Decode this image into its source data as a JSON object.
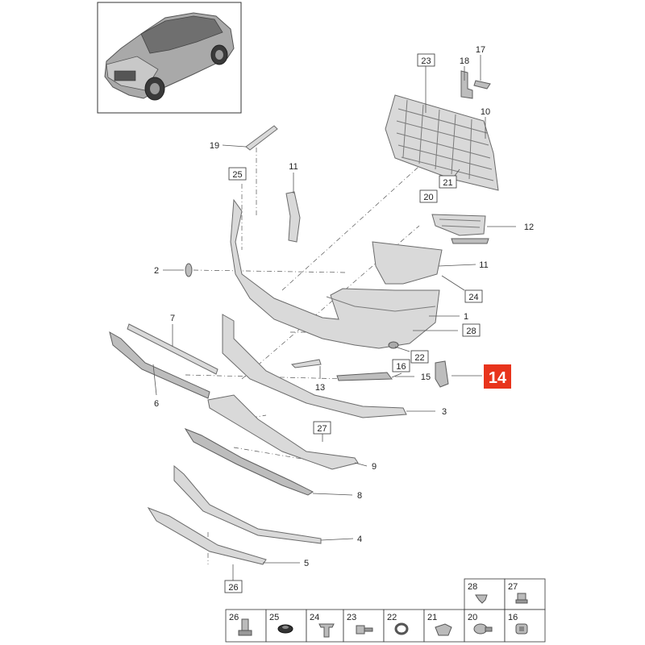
{
  "highlight": {
    "label": "14",
    "color": "#e8341c"
  },
  "callouts": [
    {
      "id": "c23",
      "text": "23",
      "boxed": true
    },
    {
      "id": "c18",
      "text": "18",
      "boxed": false
    },
    {
      "id": "c17",
      "text": "17",
      "boxed": false
    },
    {
      "id": "c10",
      "text": "10",
      "boxed": false
    },
    {
      "id": "c19",
      "text": "19",
      "boxed": false
    },
    {
      "id": "c25",
      "text": "25",
      "boxed": true
    },
    {
      "id": "c11a",
      "text": "11",
      "boxed": false
    },
    {
      "id": "c21",
      "text": "21",
      "boxed": true
    },
    {
      "id": "c20",
      "text": "20",
      "boxed": true
    },
    {
      "id": "c12",
      "text": "12",
      "boxed": false
    },
    {
      "id": "c2",
      "text": "2",
      "boxed": false
    },
    {
      "id": "c11b",
      "text": "11",
      "boxed": false
    },
    {
      "id": "c24",
      "text": "24",
      "boxed": true
    },
    {
      "id": "c1",
      "text": "1",
      "boxed": false
    },
    {
      "id": "c7",
      "text": "7",
      "boxed": false
    },
    {
      "id": "c28",
      "text": "28",
      "boxed": true
    },
    {
      "id": "c22",
      "text": "22",
      "boxed": true
    },
    {
      "id": "c16",
      "text": "16",
      "boxed": true
    },
    {
      "id": "c15",
      "text": "15",
      "boxed": false
    },
    {
      "id": "c13",
      "text": "13",
      "boxed": false
    },
    {
      "id": "c6",
      "text": "6",
      "boxed": false
    },
    {
      "id": "c3",
      "text": "3",
      "boxed": false
    },
    {
      "id": "c27",
      "text": "27",
      "boxed": true
    },
    {
      "id": "c9",
      "text": "9",
      "boxed": false
    },
    {
      "id": "c8",
      "text": "8",
      "boxed": false
    },
    {
      "id": "c4",
      "text": "4",
      "boxed": false
    },
    {
      "id": "c5",
      "text": "5",
      "boxed": false
    },
    {
      "id": "c26",
      "text": "26",
      "boxed": true
    }
  ],
  "fastener_legend": {
    "top_row": [
      "28",
      "27"
    ],
    "bottom_row": [
      "26",
      "25",
      "24",
      "23",
      "22",
      "21",
      "20",
      "16"
    ]
  }
}
